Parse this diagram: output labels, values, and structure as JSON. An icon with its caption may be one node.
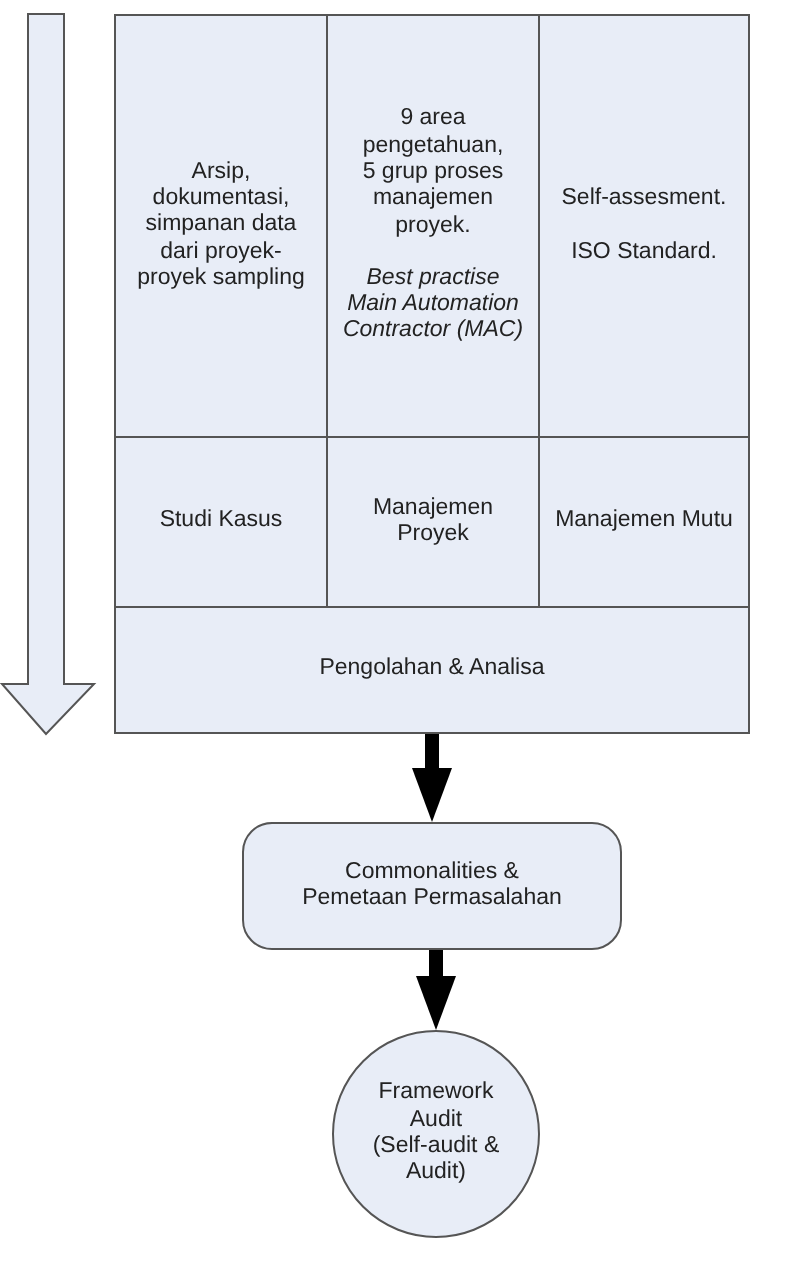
{
  "diagram": {
    "nodes": [
      {
        "text": [
          "Arsip, dokumentasi, simpanan data dari proyek-proyek sampling"
        ]
      },
      {
        "text": [
          "9 area pengetahuan, 5 grup proses manajemen proyek.",
          "Best practise Main Automation Contractor (MAC)"
        ]
      },
      {
        "text": [
          "Self-assesment.",
          "ISO Standard."
        ]
      },
      {
        "text": [
          "Studi Kasus"
        ]
      },
      {
        "text": [
          "Manajemen Proyek"
        ]
      },
      {
        "text": [
          "Manajemen Mutu"
        ]
      },
      {
        "text": [
          "Pengolahan & Analisa"
        ]
      },
      {
        "text": [
          "Commonalities & Pemetaan Permasalahan"
        ]
      },
      {
        "text": [
          "Framework Audit (Self-audit & Audit)"
        ]
      }
    ],
    "edges": [
      {
        "from": 6,
        "to": 7,
        "arrow": "to"
      },
      {
        "from": 7,
        "to": 8,
        "arrow": "to"
      }
    ]
  }
}
